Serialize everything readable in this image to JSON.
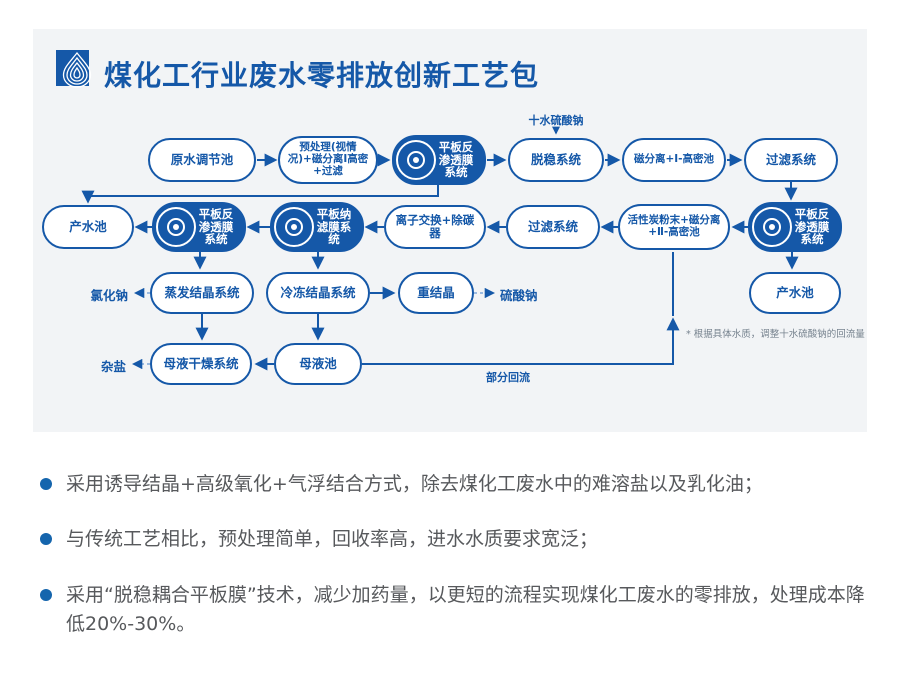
{
  "header": {
    "title": "煤化工行业废水零排放创新工艺包",
    "logo": "water-drop-logo"
  },
  "colors": {
    "primary_blue": "#1558a8",
    "panel_background": "#f2f4f6",
    "dashed_line": "#7fa8d9",
    "bullet_text": "#57595c",
    "note_text": "#77838f"
  },
  "diagram": {
    "nodes": [
      {
        "label": "原水调节池"
      },
      {
        "label": "预处理(视情况)+磁分离Ⅰ高密+过滤"
      },
      {
        "label": "平板反渗透膜系统"
      },
      {
        "label": "脱稳系统"
      },
      {
        "label": "磁分离+Ⅰ-高密池"
      },
      {
        "label": "过滤系统"
      },
      {
        "label": "产水池"
      },
      {
        "label": "平板反渗透膜系统"
      },
      {
        "label": "平板纳滤膜系统"
      },
      {
        "label": "离子交换+除碳器"
      },
      {
        "label": "过滤系统"
      },
      {
        "label": "活性炭粉末+磁分离+Ⅱ-高密池"
      },
      {
        "label": "平板反渗透膜系统"
      },
      {
        "label": "蒸发结晶系统"
      },
      {
        "label": "冷冻结晶系统"
      },
      {
        "label": "重结晶"
      },
      {
        "label": "产水池"
      },
      {
        "label": "母液干燥系统"
      },
      {
        "label": "母液池"
      }
    ],
    "labels": {
      "sodium_sulfate_decahydrate": "十水硫酸钠",
      "sodium_chloride": "氯化钠",
      "sodium_sulfate": "硫酸钠",
      "misc_salt": "杂盐",
      "partial_reflux": "部分回流",
      "note": "* 根据具体水质，调整十水硫酸钠的回流量"
    }
  },
  "bullets": [
    "采用诱导结晶+高级氧化+气浮结合方式，除去煤化工废水中的难溶盐以及乳化油；",
    "与传统工艺相比，预处理简单，回收率高，进水水质要求宽泛；",
    "采用“脱稳耦合平板膜”技术，减少加药量，以更短的流程实现煤化工废水的零排放，处理成本降低20%-30%。"
  ]
}
